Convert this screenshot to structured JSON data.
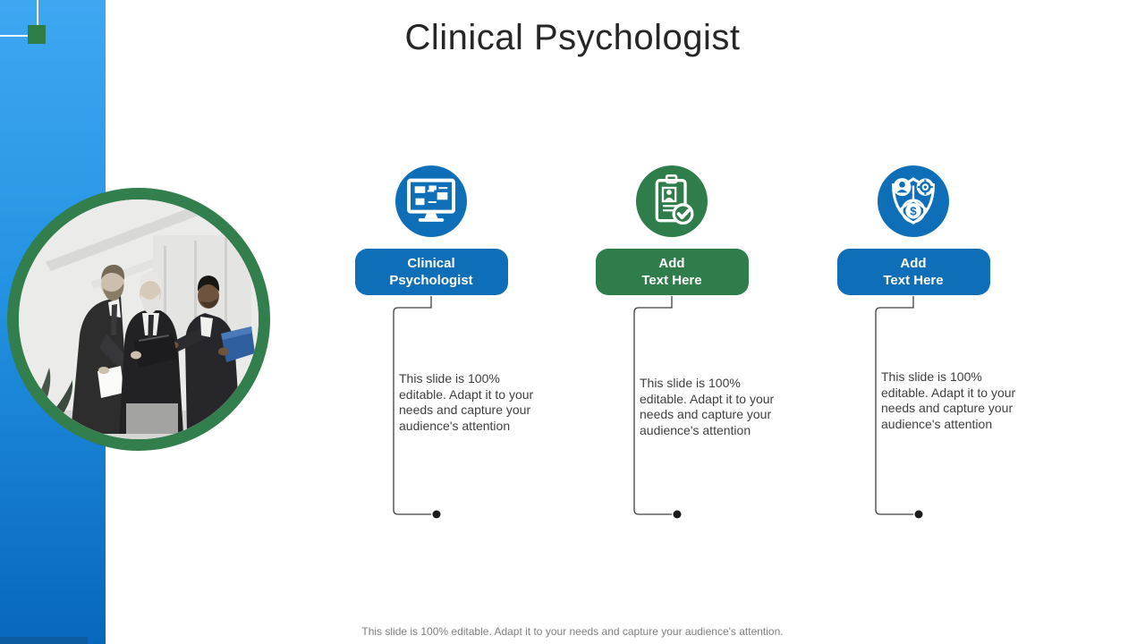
{
  "slide": {
    "title": "Clinical Psychologist",
    "footer": "This slide is 100% editable. Adapt it to your needs and capture your audience's attention."
  },
  "colors": {
    "accent_blue": "#0e6fb8",
    "accent_green": "#2e7d4b",
    "ring_green": "#337e4d",
    "sidebar_top": "#3fa7f2",
    "sidebar_bottom": "#0767bd",
    "title_text": "#262626",
    "body_text": "#3f3f3f",
    "footer_text": "#7f7f7f"
  },
  "columns": [
    {
      "icon": "monitor-dashboard-icon",
      "accent": "#0e6fb8",
      "button_line1": "Clinical",
      "button_line2": "Psychologist",
      "description": "This slide is 100% editable. Adapt it to your needs and capture your audience's attention"
    },
    {
      "icon": "id-badge-check-icon",
      "accent": "#2e7d4b",
      "button_line1": "Add",
      "button_line2": "Text Here",
      "description": "This slide is 100% editable. Adapt it to your needs and capture your audience's attention"
    },
    {
      "icon": "shield-person-target-dollar-icon",
      "accent": "#0e6fb8",
      "button_line1": "Add",
      "button_line2": "Text Here",
      "description": "This slide is 100% editable. Adapt it to your needs and capture your audience's attention"
    }
  ]
}
